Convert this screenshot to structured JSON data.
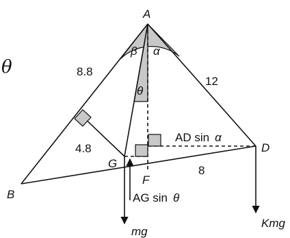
{
  "labels": {
    "theta_left": "θ",
    "A": "A",
    "B": "B",
    "D": "D",
    "G": "G",
    "F": "F",
    "beta": "β",
    "alpha": "α",
    "theta_angle": "θ",
    "len_AB": "8.8",
    "len_AD": "12",
    "len_perp": "4.8",
    "len_BD": "8",
    "ad_sin_alpha_text": "AD sin",
    "ad_sin_alpha_sym": "α",
    "ag_sin_theta_text": "AG sin",
    "ag_sin_theta_sym": "θ",
    "mg": "mg",
    "kmg": "Kmg"
  },
  "colors": {
    "stroke": "#111111",
    "shade": "#c8c8c8"
  }
}
